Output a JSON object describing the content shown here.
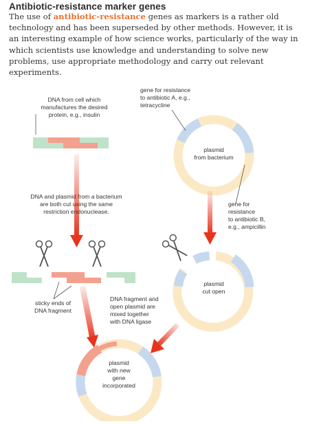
{
  "heading": "Antibiotic-resistance marker genes",
  "paragraph": {
    "before": "The use of ",
    "keyword": "antibiotic-resistance",
    "after": " genes as markers is a rather old technology and has been superseded by other methods. However, it is an interesting example of how science works, particularly of the way in which scientists use knowledge and understanding to solve new problems, use appropriate methodology and carry out relevant experiments."
  },
  "labels": {
    "dna_source": [
      "DNA from cell which",
      "manufactures the desired",
      "protein, e.g., insulin"
    ],
    "gene_a": [
      "gene for resistance",
      "to antibiotic A, e.g.,",
      "tetracycline"
    ],
    "plasmid_bacterium": [
      "plasmid",
      "from bacterium"
    ],
    "cut_step": [
      "DNA and plasmid from a bacterium",
      "are both cut using the same",
      "restriction endonuclease."
    ],
    "gene_b": [
      "gene for",
      "resistance",
      "to antibiotic B,",
      "e.g., ampicillin"
    ],
    "plasmid_cut": [
      "plasmid",
      "cut open"
    ],
    "sticky_ends": [
      "sticky ends of",
      "DNA fragment"
    ],
    "ligase_step": [
      "DNA fragment and",
      "open plasmid are",
      "mixed together",
      "with DNA ligase"
    ],
    "plasmid_new": [
      "plasmid",
      "with new",
      "gene",
      "incorporated"
    ]
  },
  "colors": {
    "dna_green": "#bfe2c8",
    "gene_salmon": "#f4a08e",
    "plasmid_cream": "#fbe9c6",
    "resistance_blue": "#c6d8ee",
    "arrow_red": "#e8341c",
    "accent_orange": "#e8702a"
  },
  "icons": [
    "scissors-icon"
  ]
}
